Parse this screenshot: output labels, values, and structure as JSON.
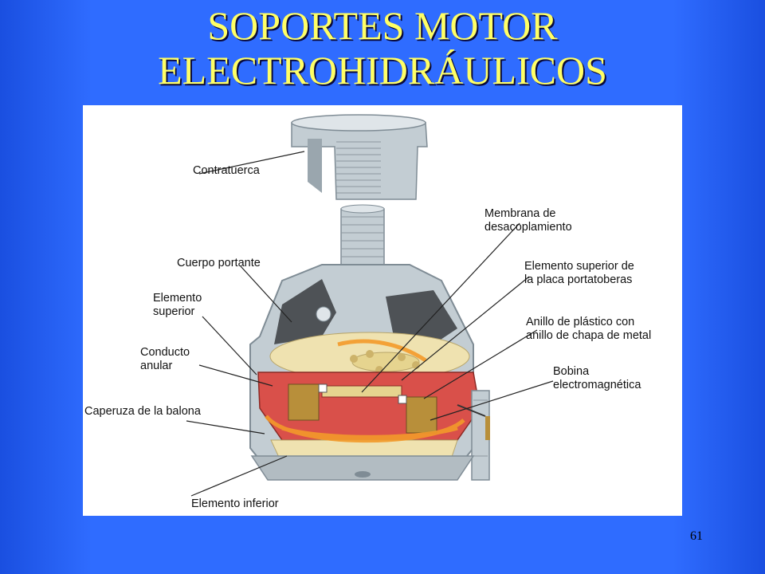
{
  "title": {
    "line1": "SOPORTES MOTOR",
    "line2": "ELECTROHIDRÁULICOS"
  },
  "diagram": {
    "labels": {
      "contratuerca": "Contratuerca",
      "membrana_1": "Membrana de",
      "membrana_2": "desacoplamiento",
      "cuerpo_portante": "Cuerpo portante",
      "elemento_superior_placa_1": "Elemento superior de",
      "elemento_superior_placa_2": "la placa portatoberas",
      "elemento_superior_1": "Elemento",
      "elemento_superior_2": "superior",
      "anillo_1": "Anillo de plástico con",
      "anillo_2": "anillo de chapa de metal",
      "conducto_1": "Conducto",
      "conducto_2": "anular",
      "bobina_1": "Bobina",
      "bobina_2": "electromagnética",
      "caperuza": "Caperuza de la balona",
      "elemento_inferior": "Elemento inferior"
    },
    "colors": {
      "metal": "#c3cdd3",
      "metal_dark": "#7f8c95",
      "rubber": "#4e5256",
      "fluid": "#efe2b0",
      "flow_arrow": "#f39a2a",
      "red_part": "#d9504a",
      "coil": "#b88f3a"
    }
  },
  "page_number": "61"
}
